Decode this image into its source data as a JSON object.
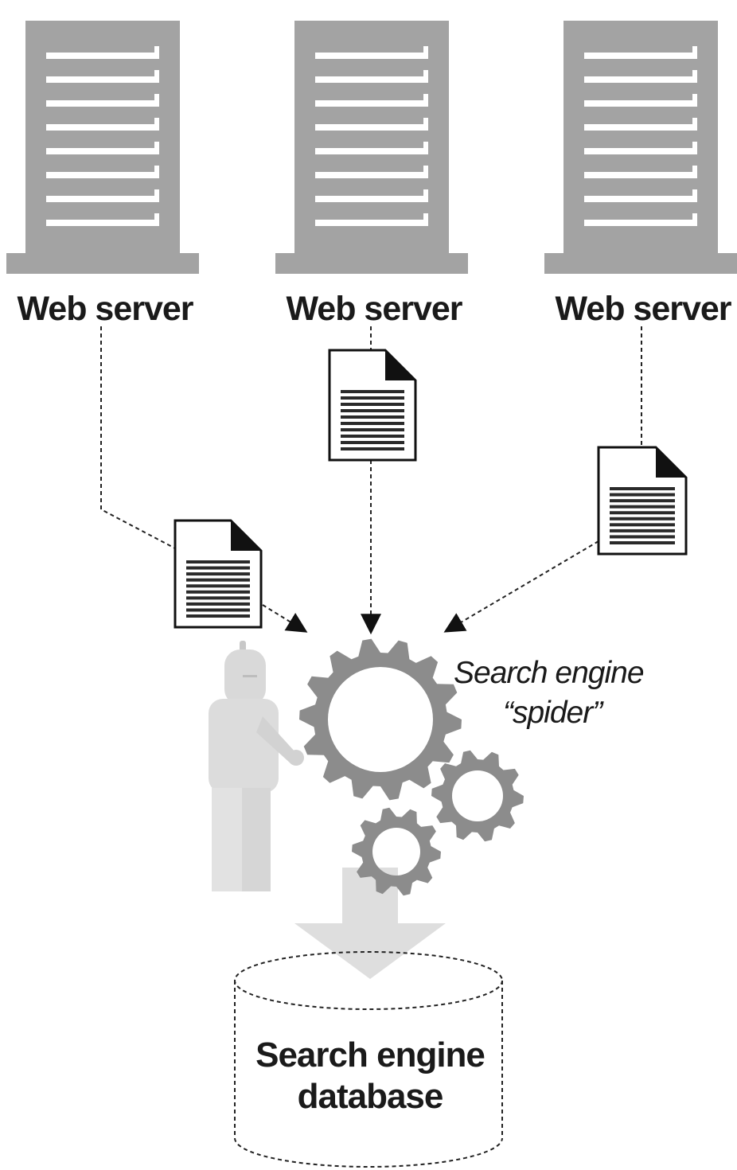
{
  "servers": [
    {
      "label": "Web server"
    },
    {
      "label": "Web server"
    },
    {
      "label": "Web server"
    }
  ],
  "spider": {
    "label_line1": "Search engine",
    "label_line2": "“spider”"
  },
  "database": {
    "label_line1": "Search engine",
    "label_line2": "database"
  },
  "icons": [
    "server-icon",
    "document-icon",
    "robot-icon",
    "gear-icon",
    "database-icon",
    "down-arrow-icon"
  ],
  "colors": {
    "server_gray": "#a3a3a3",
    "gear_gray": "#8c8c8c",
    "robot_gray": "#dcdcdc",
    "arrow_gray": "#dedede",
    "ink": "#1a1a1a"
  }
}
